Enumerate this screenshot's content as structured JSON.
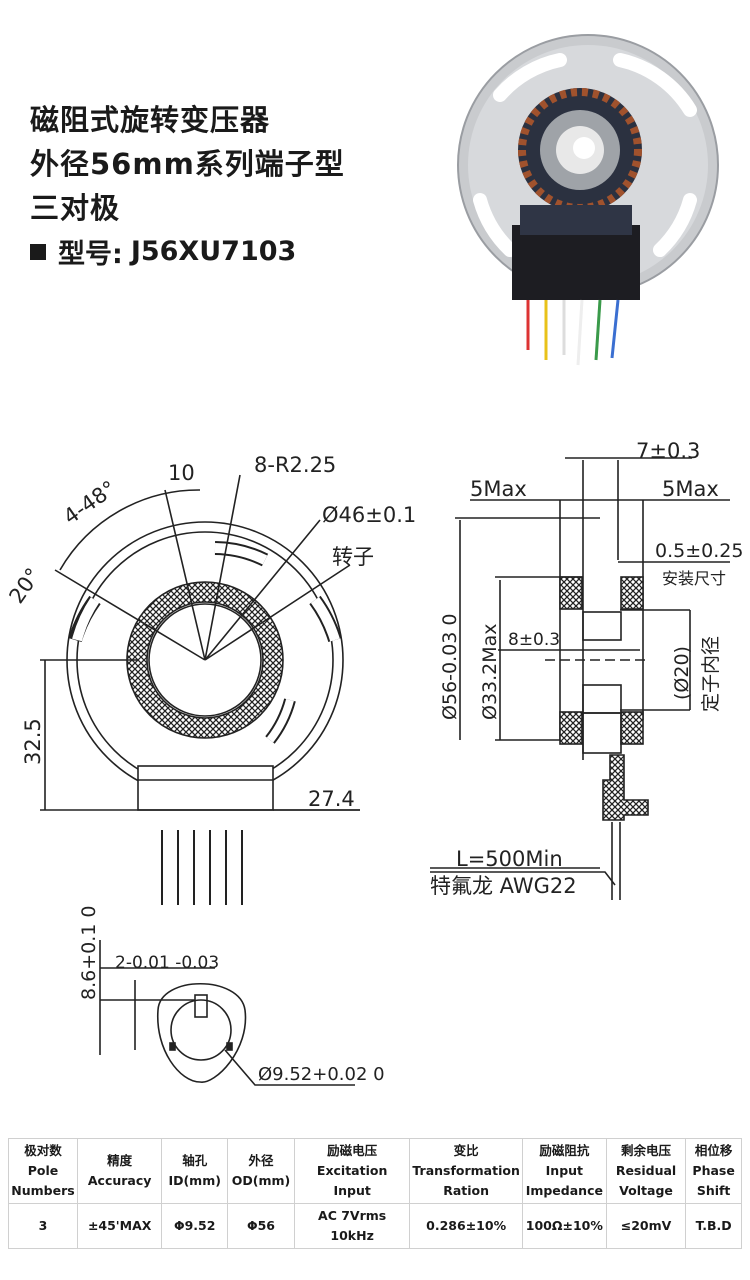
{
  "header": {
    "title_lines": [
      "磁阻式旋转变压器",
      "外径56mm系列端子型",
      "三对极"
    ],
    "model_label": "型号:",
    "model_value": "J56XU7103"
  },
  "front_view": {
    "labels": {
      "angle_10": "10",
      "radius": "8-R2.25",
      "angle_48": "4-48°",
      "angle_20": "20°",
      "od": "Ø46±0.1",
      "rotor": "转子",
      "height": "32.5",
      "width": "27.4"
    }
  },
  "side_view": {
    "labels": {
      "thickness": "7±0.3",
      "left_max": "5Max",
      "right_max": "5Max",
      "mount_dim": "0.5±0.25",
      "mount_label": "安装尺寸",
      "outer_dia": "Ø56-0.03 0",
      "inner_max": "Ø33.2Max",
      "rotor_width": "8±0.3",
      "stator_id": "(Ø20)",
      "stator_id_label": "定子内径",
      "lead_length": "L=500Min",
      "wire": "特氟龙 AWG22"
    }
  },
  "shaft_view": {
    "labels": {
      "key_height": "8.6+0.1 0",
      "key_width": "2-0.01 -0.03",
      "bore": "Ø9.52+0.02 0"
    }
  },
  "spec_table": {
    "headers": [
      [
        "极对数",
        "Pole",
        "Numbers"
      ],
      [
        "精度",
        "Accuracy"
      ],
      [
        "轴孔",
        "ID(mm)"
      ],
      [
        "外径",
        "OD(mm)"
      ],
      [
        "励磁电压",
        "Excitation Input"
      ],
      [
        "变比",
        "Transformation",
        "Ration"
      ],
      [
        "励磁阻抗",
        "Input",
        "Impedance"
      ],
      [
        "剩余电压",
        "Residual",
        "Voltage"
      ],
      [
        "相位移",
        "Phase",
        "Shift"
      ]
    ],
    "row": [
      "3",
      "±45'MAX",
      "Φ9.52",
      "Φ56",
      "AC 7Vrms 10kHz",
      "0.286±10%",
      "100Ω±10%",
      "≤20mV",
      "T.B.D"
    ]
  },
  "colors": {
    "ink": "#1a1a1a",
    "photo_plate": "#c9cbce",
    "coil": "#2b3140",
    "wire_red": "#d33",
    "wire_yellow": "#e8c21a",
    "wire_green": "#3a9a4a",
    "wire_blue": "#3b6fd1"
  }
}
